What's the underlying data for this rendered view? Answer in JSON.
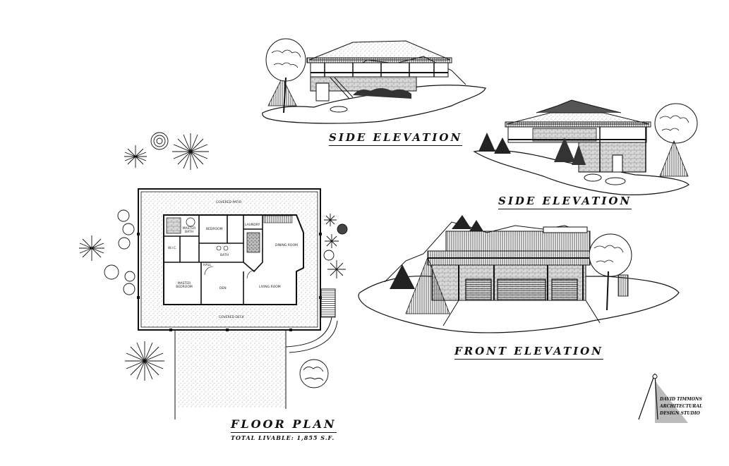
{
  "captions": {
    "side_elevation_1": "SIDE ELEVATION",
    "side_elevation_2": "SIDE ELEVATION",
    "front_elevation": "FRONT ELEVATION",
    "floor_plan": "FLOOR PLAN",
    "total_livable": "TOTAL LIVABLE: 1,855 S.F."
  },
  "rooms": {
    "covered_patio": "COVERED PATIO",
    "master_bath": "MASTER BATH",
    "bedroom": "BEDROOM",
    "laundry": "LAUNDRY",
    "wic": "W.I.C.",
    "bath": "BATH",
    "dining_room": "DINING ROOM",
    "hall": "HALL",
    "master_bedroom": "MASTER BEDROOM",
    "den": "DEN",
    "living_room": "LIVING ROOM",
    "covered_deck": "COVERED DECK"
  },
  "studio": {
    "line1": "DAVID TIMMONS",
    "line2": "ARCHITECTURAL",
    "line3": "DESIGN STUDIO"
  }
}
